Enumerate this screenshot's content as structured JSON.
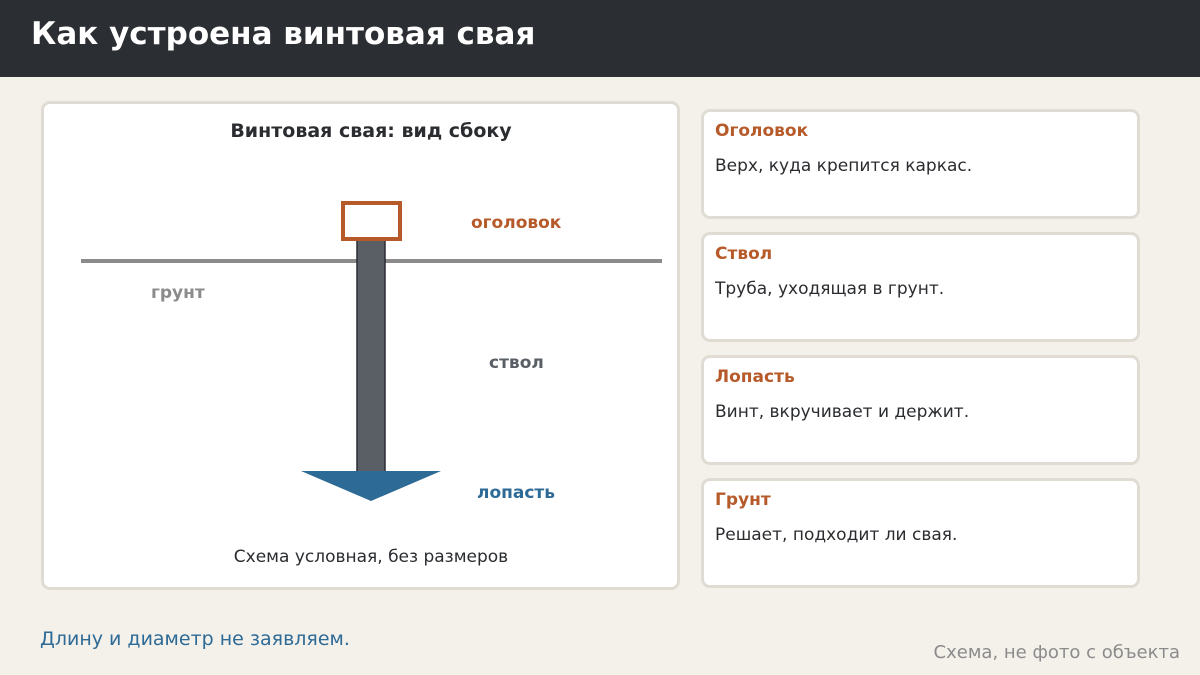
{
  "header": {
    "title": "Как устроена винтовая свая"
  },
  "diagram": {
    "title": "Винтовая свая: вид сбоку",
    "caption": "Схема условная, без размеров",
    "labels": {
      "head": "оголовок",
      "ground": "грунт",
      "shaft": "ствол",
      "blade": "лопасть"
    }
  },
  "cards": [
    {
      "title": "Оголовок",
      "text": "Верх, куда крепится каркас."
    },
    {
      "title": "Ствол",
      "text": "Труба, уходящая в грунт."
    },
    {
      "title": "Лопасть",
      "text": "Винт, вкручивает и держит."
    },
    {
      "title": "Грунт",
      "text": "Решает, подходит ли свая."
    }
  ],
  "footer": {
    "note": "Длину и диаметр не заявляем.",
    "source": "Схема, не фото с объекта"
  },
  "colors": {
    "accent": "#b65a2a",
    "header_bg": "#2b2e33",
    "shaft": "#5a5f66",
    "blade": "#2d6a96",
    "ground": "#8b8b8b"
  }
}
